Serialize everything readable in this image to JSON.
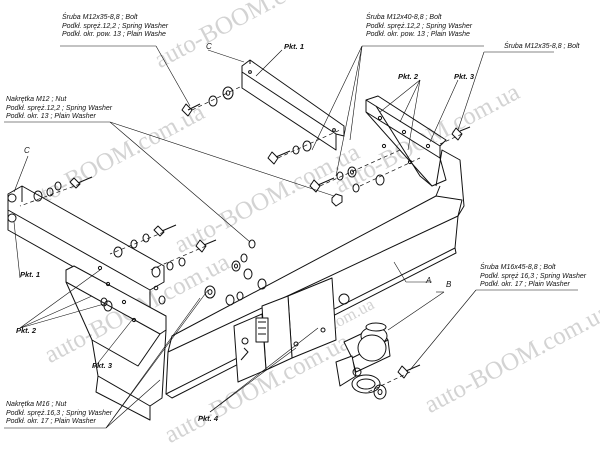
{
  "callouts": {
    "bolt_m12x35_top": [
      "Śruba M12x35-8,8 ;  Bolt",
      "Podkł. spręż.12,2 ; Spring Washer",
      "Podkł. okr. pow. 13 ; Plain Washe"
    ],
    "bolt_m12x40": [
      "Śruba M12x40-8,8 ;  Bolt",
      "Podkł. spręż.12,2 ; Spring Washer",
      "Podkł. okr. pow. 13 ; Plain Washe"
    ],
    "bolt_m12x35_right": [
      "Śruba M12x35-8,8 ;  Bolt"
    ],
    "nut_m12": [
      "Nakrętka M12 ; Nut",
      "Podkł. spręż.12,2 ; Spring Washer",
      "Podkł. okr. 13 ; Plain Washer"
    ],
    "bolt_m16": [
      "Śruba M16x45-8,8 ;  Bolt",
      "Podkł. spręż 16,3 ; Spring Washer",
      "Podkł. okr. 17 ; Plain Washer"
    ],
    "nut_m16": [
      "Nakrętka M16 ; Nut",
      "Podkł. spręż.16,3 ; Spring Washer",
      "Podkł. okr. 17 ; Plain Washer"
    ]
  },
  "points": {
    "pkt1_top": "Pkt. 1",
    "pkt2_top": "Pkt. 2",
    "pkt3_top": "Pkt. 3",
    "pkt1_left": "Pkt. 1",
    "pkt2_left": "Pkt. 2",
    "pkt3_left": "Pkt. 3",
    "pkt4": "Pkt. 4"
  },
  "letters": {
    "a": "A",
    "b": "B",
    "c_top": "C",
    "c_left": "C"
  },
  "watermarks": [
    "auto-BOOM.com.ua",
    "auto-BOOM.com.ua",
    "auto-BOOM.com.ua",
    "auto-BOOM.com.ua",
    "auto-BOOM.com.ua",
    "auto-BOOM.com.ua",
    "auto-BOOM.com.ua",
    "auto-BOOM.com.ua"
  ]
}
